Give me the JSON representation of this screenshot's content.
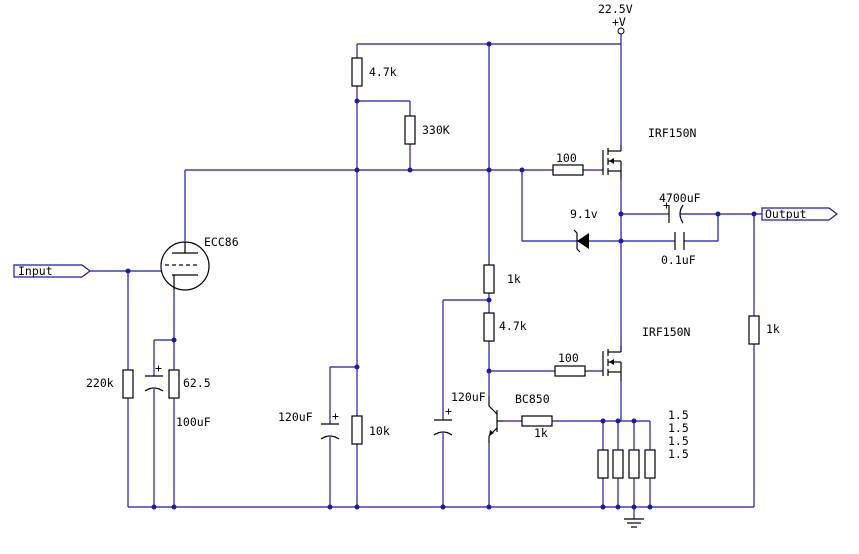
{
  "supply": {
    "voltage": "22.5V",
    "symbol": "+V"
  },
  "ports": {
    "input": "Input",
    "output": "Output"
  },
  "tube": {
    "name": "ECC86"
  },
  "mosfets": {
    "upper": "IRF150N",
    "lower": "IRF150N"
  },
  "transistor": {
    "name": "BC850"
  },
  "zener": {
    "label": "9.1v"
  },
  "resistors": {
    "r_top": "4.7k",
    "r_330k": "330K",
    "r_gate_upper": "100",
    "r_gate_lower": "100",
    "r_1k_col": "1k",
    "r_47k_col": "4.7k",
    "r_base": "1k",
    "r_220k": "220k",
    "r_cathode": "62.5",
    "r_10k": "10k",
    "r_load": "1k",
    "r_source_1": "1.5",
    "r_source_2": "1.5",
    "r_source_3": "1.5",
    "r_source_4": "1.5"
  },
  "capacitors": {
    "c_out": "4700uF",
    "c_bypass": "0.1uF",
    "c_cathode": "100uF",
    "c_120_left": "120uF",
    "c_120_right": "120uF"
  }
}
